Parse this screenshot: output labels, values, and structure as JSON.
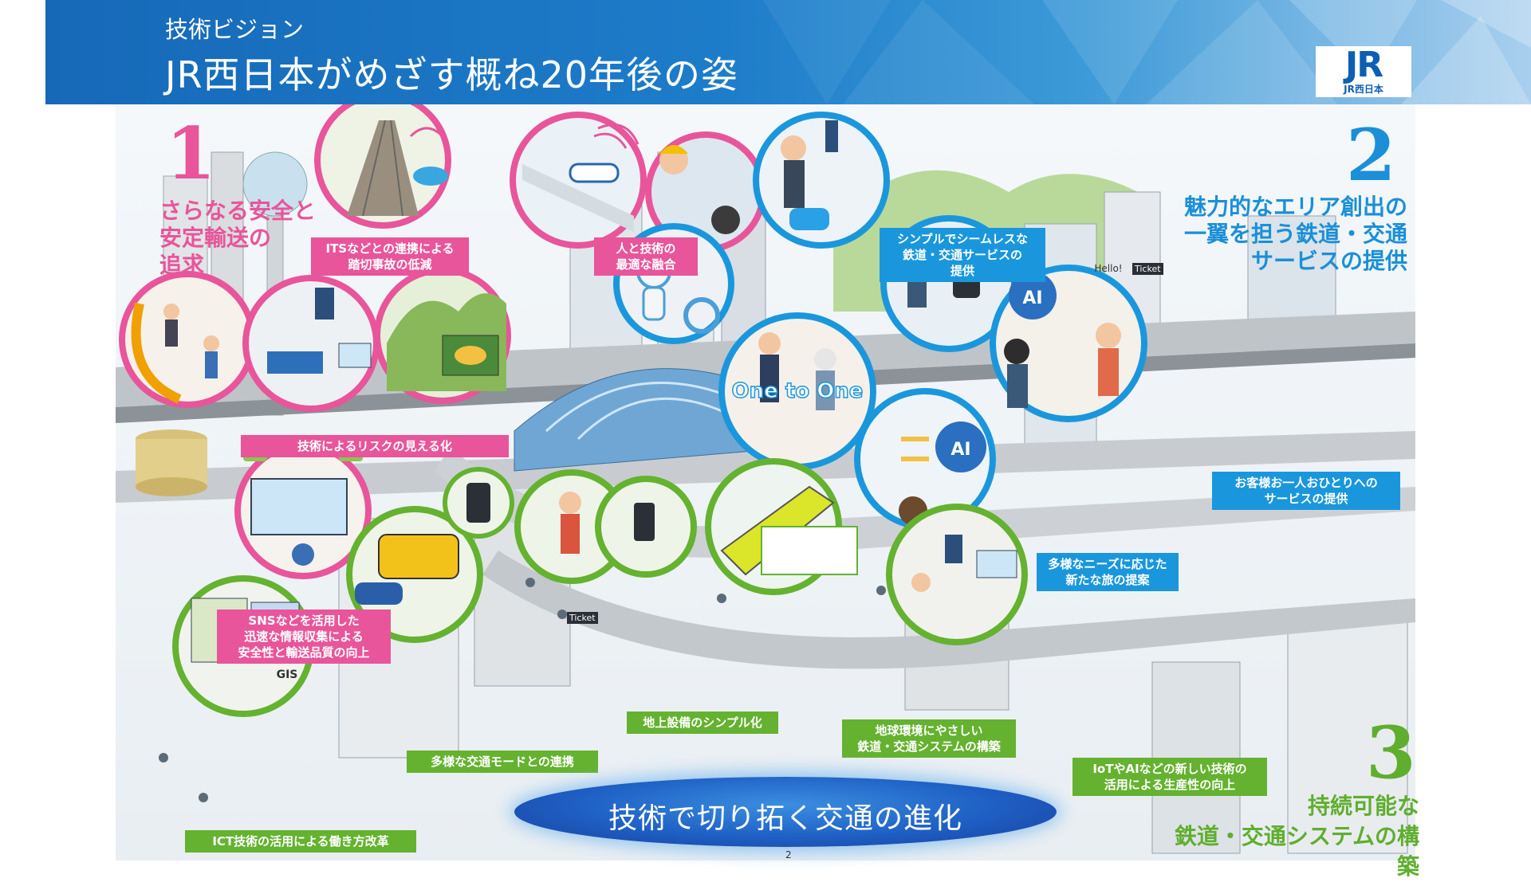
{
  "header": {
    "subtitle": "技術ビジョン",
    "title": "JR西日本がめざす概ね20年後の姿",
    "logo_mark": "JR",
    "logo_sub": "JR西日本"
  },
  "themes": [
    {
      "number": "1",
      "lines": [
        "さらなる安全と",
        "安定輸送の",
        "追求"
      ],
      "color": "#e8559a"
    },
    {
      "number": "2",
      "lines": [
        "魅力的なエリア創出の",
        "一翼を担う鉄道・交通",
        "サービスの提供"
      ],
      "color": "#1b8fd8"
    },
    {
      "number": "3",
      "lines": [
        "持続可能な",
        "鉄道・交通システムの構築"
      ],
      "color": "#5fae2e"
    }
  ],
  "labels": {
    "its": [
      "ITSなどとの連携による",
      "踏切事故の低減"
    ],
    "human_tech": [
      "人と技術の",
      "最適な融合"
    ],
    "risk": [
      "技術によるリスクの見える化"
    ],
    "sns": [
      "SNSなどを活用した",
      "迅速な情報収集による",
      "安全性と輸送品質の向上"
    ],
    "ict": [
      "ICT技術の活用による働き方改革"
    ],
    "seamless": [
      "シンプルでシームレスな",
      "鉄道・交通サービスの",
      "提供"
    ],
    "individual": [
      "お客様お一人おひとりへの",
      "サービスの提供"
    ],
    "needs": [
      "多様なニーズに応じた",
      "新たな旅の提案"
    ],
    "modes": [
      "多様な交通モードとの連携"
    ],
    "ground": [
      "地上設備のシンプル化"
    ],
    "eco": [
      "地球環境にやさしい",
      "鉄道・交通システムの構築"
    ],
    "iot": [
      "IoTやAIなどの新しい技術の",
      "活用による生産性の向上"
    ]
  },
  "bubble_text": {
    "one_to_one": "One to One",
    "ai_1": "AI",
    "ai_2": "AI",
    "hello": "Hello!",
    "ticket_1": "Ticket",
    "ticket_2": "Ticket",
    "gis": "GIS"
  },
  "banner": "技術で切り拓く交通の進化",
  "page_number": "2",
  "colors": {
    "header_blue": "#1669b8",
    "pink": "#e8559a",
    "blue": "#1a97dc",
    "green": "#64b22f",
    "banner": "#1e5fc4"
  }
}
